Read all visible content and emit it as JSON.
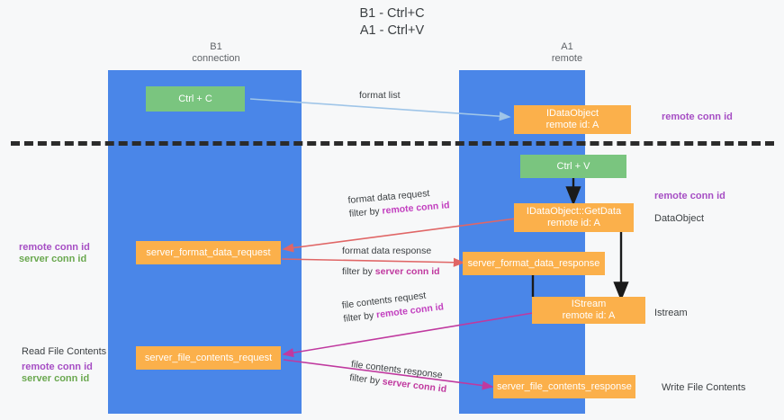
{
  "title": "B1 - Ctrl+C\nA1 - Ctrl+V",
  "columns": {
    "left": "B1\nconnection",
    "right": "A1\nremote"
  },
  "nodes": {
    "ctrl_c": "Ctrl + C",
    "idataobject": "IDataObject\nremote id: A",
    "ctrl_v": "Ctrl + V",
    "getdata": "IDataObject::GetData\nremote id: A",
    "server_format_data_request": "server_format_data_request",
    "server_format_data_response": "server_format_data_response",
    "istream": "IStream\nremote id: A",
    "server_file_contents_request": "server_file_contents_request",
    "server_file_contents_response": "server_file_contents_response"
  },
  "side_labels": {
    "remote_conn_id_top": "remote conn id",
    "remote_conn_id_mid": "remote conn id",
    "dataobject": "DataObject",
    "istream": "Istream",
    "write_file_contents": "Write File Contents",
    "read_file_contents": "Read File Contents",
    "left_remote_conn_id": "remote conn id",
    "left_server_conn_id": "server conn id",
    "left_remote_conn_id_2": "remote conn id",
    "left_server_conn_id_2": "server conn id"
  },
  "edges": {
    "format_list": "format list",
    "format_data_request": "format data request",
    "format_data_request_filter_prefix": "filter by ",
    "format_data_request_filter_value": "remote conn id",
    "format_data_response": "format data response",
    "format_data_response_filter_prefix": "filter by ",
    "format_data_response_filter_value": "server conn id",
    "file_contents_request": "file contents request",
    "file_contents_request_filter_prefix": "filter by ",
    "file_contents_request_filter_value": "remote conn id",
    "file_contents_response": "file contents response",
    "file_contents_response_filter_prefix": "filter by ",
    "file_contents_response_filter_value": "server conn id"
  },
  "colors": {
    "lane": "#4a86e8",
    "node_green": "#7ac57f",
    "node_orange": "#fbb04b",
    "conn_purple": "#a64ec4",
    "conn_green": "#6aa84f",
    "arrow_blue": "#9fc5e8",
    "arrow_red": "#e06666",
    "arrow_black": "#1a1a1a",
    "arrow_magenta": "#c0399f",
    "divider": "#2b2b2b",
    "background": "#f7f8f9"
  }
}
